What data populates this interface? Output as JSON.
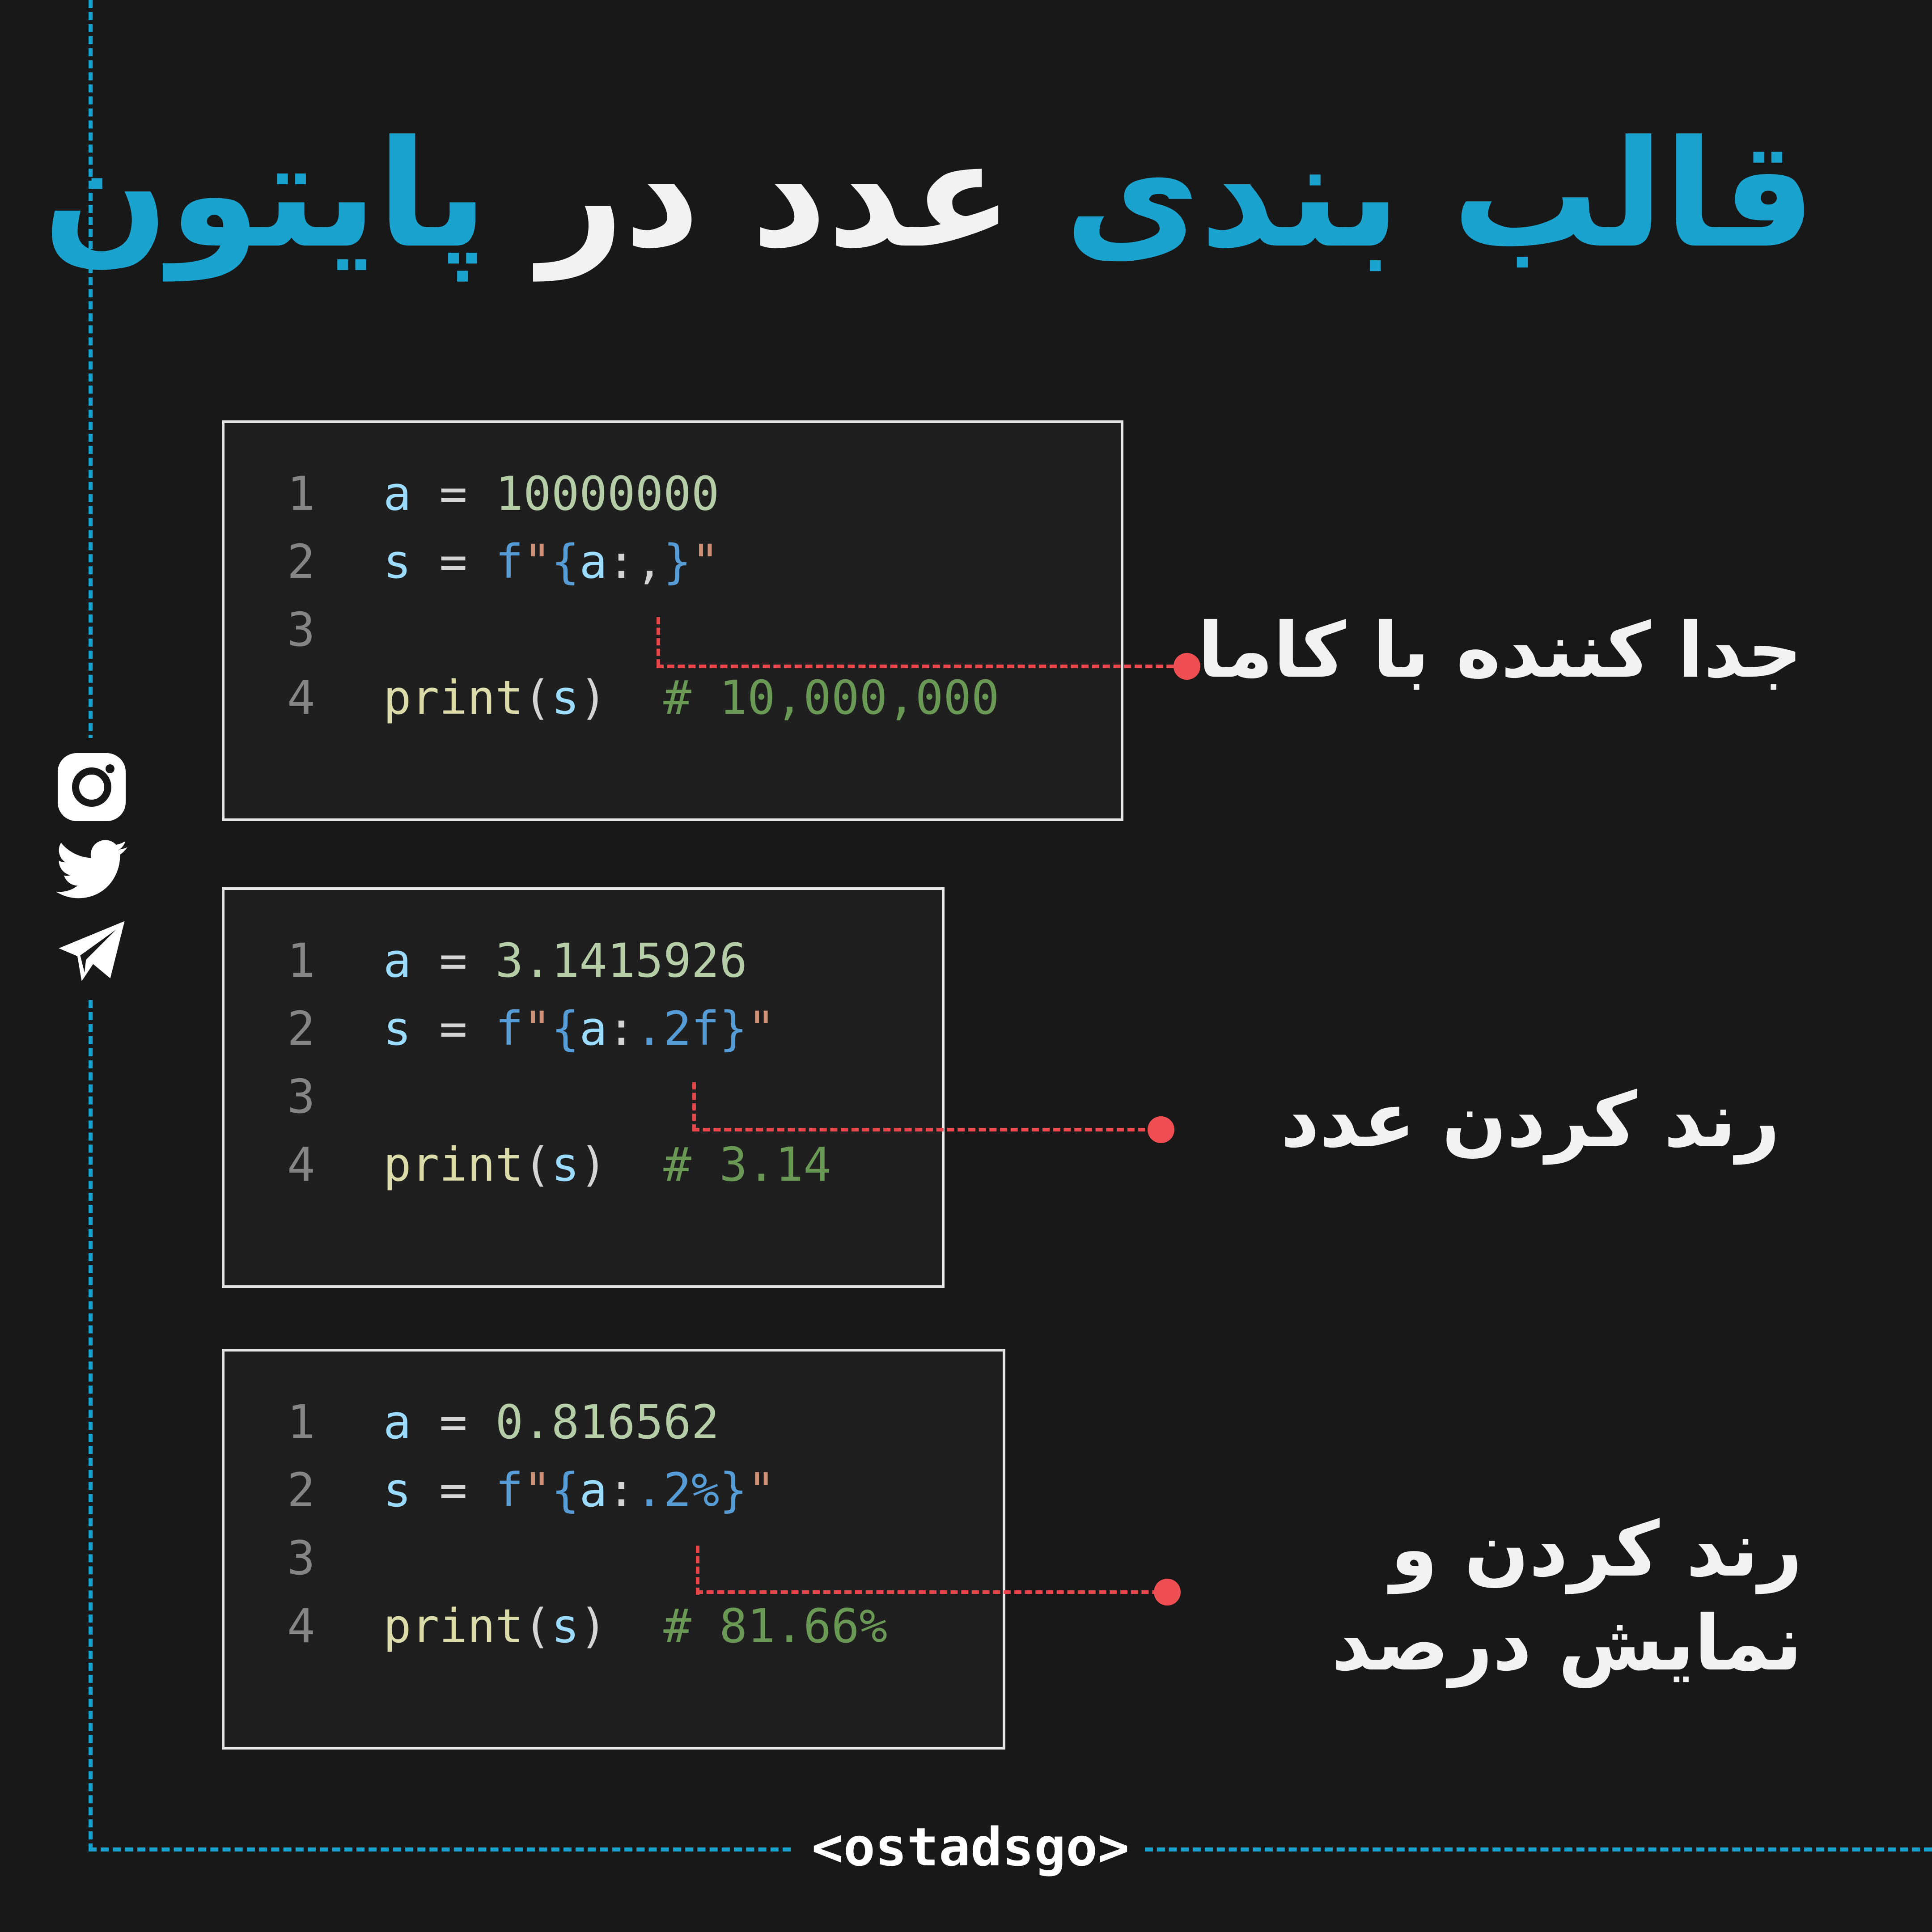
{
  "title": {
    "part1": "قالب بندی",
    "part2": "عدد در",
    "part3": "پایتون"
  },
  "brand": "<ostadsgo>",
  "social_icons": [
    "instagram-icon",
    "twitter-icon",
    "telegram-icon"
  ],
  "colors": {
    "accent": "#1aa3cf",
    "connector": "#e8484c",
    "background": "#181818"
  },
  "blocks": [
    {
      "lines": [
        {
          "n": "1",
          "parts": [
            [
              "v",
              "a"
            ],
            [
              "op",
              " = "
            ],
            [
              "num",
              "10000000"
            ]
          ]
        },
        {
          "n": "2",
          "parts": [
            [
              "v",
              "s"
            ],
            [
              "op",
              " = "
            ],
            [
              "fstr",
              "f"
            ],
            [
              "q",
              "\""
            ],
            [
              "fstr",
              "{"
            ],
            [
              "v",
              "a"
            ],
            [
              "op",
              ":,"
            ],
            [
              "fstr",
              "}"
            ],
            [
              "q",
              "\""
            ]
          ]
        },
        {
          "n": "3",
          "parts": []
        },
        {
          "n": "4",
          "parts": [
            [
              "fn",
              "print"
            ],
            [
              "op",
              "("
            ],
            [
              "v",
              "s"
            ],
            [
              "op",
              ")"
            ],
            [
              "op",
              "  "
            ],
            [
              "cm",
              "# 10,000,000"
            ]
          ]
        }
      ],
      "label": "جدا کننده با کاما"
    },
    {
      "lines": [
        {
          "n": "1",
          "parts": [
            [
              "v",
              "a"
            ],
            [
              "op",
              " = "
            ],
            [
              "num",
              "3.1415926"
            ]
          ]
        },
        {
          "n": "2",
          "parts": [
            [
              "v",
              "s"
            ],
            [
              "op",
              " = "
            ],
            [
              "fstr",
              "f"
            ],
            [
              "q",
              "\""
            ],
            [
              "fstr",
              "{"
            ],
            [
              "v",
              "a"
            ],
            [
              "op",
              ":"
            ],
            [
              "fstr",
              ".2f"
            ],
            [
              "fstr",
              "}"
            ],
            [
              "q",
              "\""
            ]
          ]
        },
        {
          "n": "3",
          "parts": []
        },
        {
          "n": "4",
          "parts": [
            [
              "fn",
              "print"
            ],
            [
              "op",
              "("
            ],
            [
              "v",
              "s"
            ],
            [
              "op",
              ")"
            ],
            [
              "op",
              "  "
            ],
            [
              "cm",
              "# 3.14"
            ]
          ]
        }
      ],
      "label": "رند کردن عدد"
    },
    {
      "lines": [
        {
          "n": "1",
          "parts": [
            [
              "v",
              "a"
            ],
            [
              "op",
              " = "
            ],
            [
              "num",
              "0.816562"
            ]
          ]
        },
        {
          "n": "2",
          "parts": [
            [
              "v",
              "s"
            ],
            [
              "op",
              " = "
            ],
            [
              "fstr",
              "f"
            ],
            [
              "q",
              "\""
            ],
            [
              "fstr",
              "{"
            ],
            [
              "v",
              "a"
            ],
            [
              "op",
              ":"
            ],
            [
              "fstr",
              ".2%"
            ],
            [
              "fstr",
              "}"
            ],
            [
              "q",
              "\""
            ]
          ]
        },
        {
          "n": "3",
          "parts": []
        },
        {
          "n": "4",
          "parts": [
            [
              "fn",
              "print"
            ],
            [
              "op",
              "("
            ],
            [
              "v",
              "s"
            ],
            [
              "op",
              ")"
            ],
            [
              "op",
              "  "
            ],
            [
              "cm",
              "# 81.66%"
            ]
          ]
        }
      ],
      "label_line1": "رند کردن و",
      "label_line2": "نمایش درصد"
    }
  ]
}
